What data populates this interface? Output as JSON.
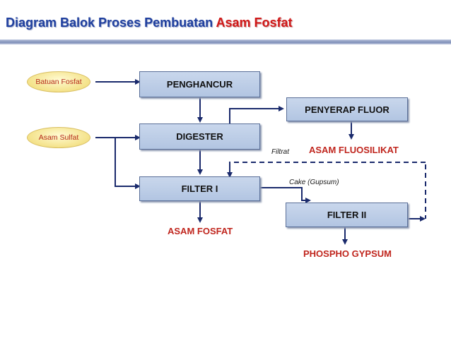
{
  "title": {
    "main": "Diagram Balok Proses Pembuatan",
    "highlight": "Asam Fosfat"
  },
  "inputs": {
    "batuan_fosfat": "Batuan Fosfat",
    "asam_sulfat": "Asam Sulfat"
  },
  "boxes": {
    "penghancur": "PENGHANCUR",
    "digester": "DIGESTER",
    "filter1": "FILTER I",
    "penyerap": "PENYERAP FLUOR",
    "filter2": "FILTER II"
  },
  "outputs": {
    "asam_fosfat": "ASAM FOSFAT",
    "asam_fluosilikat": "ASAM FLUOSILIKAT",
    "phospho_gypsum": "PHOSPHO GYPSUM"
  },
  "notes": {
    "filtrat": "Filtrat",
    "cake": "Cake (Gupsum)"
  },
  "colors": {
    "title_blue": "#1f3f9e",
    "title_red": "#d01818",
    "box_fill": "#c2d2ea",
    "arrow": "#1a2a6c",
    "output_red": "#c0261e"
  }
}
